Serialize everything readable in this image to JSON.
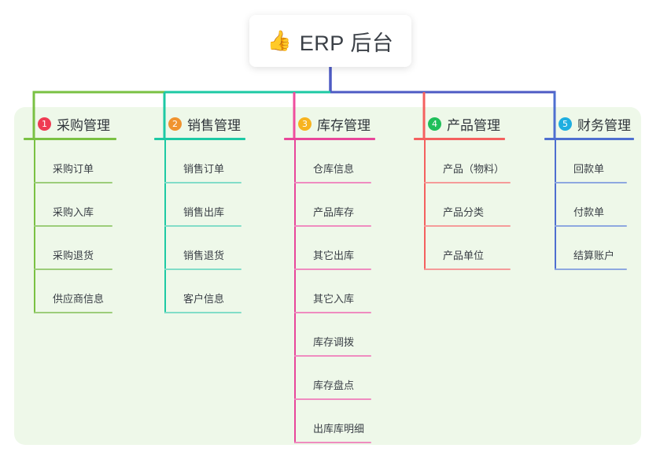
{
  "title": {
    "icon": "thumbs-up-emoji",
    "emoji": "👍",
    "text": "ERP 后台"
  },
  "panel": {
    "background": "#eef8e9"
  },
  "trunk": {
    "segments": [
      {
        "name": "trunk-stem",
        "color": "#4e5bc4"
      },
      {
        "name": "bus-green",
        "color": "#7ac143"
      },
      {
        "name": "bus-teal",
        "color": "#1dc9a4"
      },
      {
        "name": "bus-indigo",
        "color": "#4e5bc4"
      }
    ]
  },
  "columns": [
    {
      "id": "purchasing",
      "number": "1",
      "label": "采购管理",
      "badge_color": "#ef3b53",
      "line_color": "#7ac143",
      "leaf_color": "#9ccd7a",
      "drop_color": "#7ac143",
      "items": [
        {
          "label": "采购订单"
        },
        {
          "label": "采购入库"
        },
        {
          "label": "采购退货"
        },
        {
          "label": "供应商信息"
        }
      ]
    },
    {
      "id": "sales",
      "number": "2",
      "label": "销售管理",
      "badge_color": "#f0932f",
      "line_color": "#1dc9a4",
      "leaf_color": "#82ddc8",
      "drop_color": "#1dc9a4",
      "items": [
        {
          "label": "销售订单"
        },
        {
          "label": "销售出库"
        },
        {
          "label": "销售退货"
        },
        {
          "label": "客户信息"
        }
      ]
    },
    {
      "id": "inventory",
      "number": "3",
      "label": "库存管理",
      "badge_color": "#f7b320",
      "line_color": "#e8469a",
      "leaf_color": "#ef8cc0",
      "drop_color": "#ef4e9e",
      "items": [
        {
          "label": "仓库信息"
        },
        {
          "label": "产品库存"
        },
        {
          "label": "其它出库"
        },
        {
          "label": "其它入库"
        },
        {
          "label": "库存调拨"
        },
        {
          "label": "库存盘点"
        },
        {
          "label": "出库库明细"
        }
      ]
    },
    {
      "id": "product",
      "number": "4",
      "label": "产品管理",
      "badge_color": "#1fbf5a",
      "line_color": "#f4605f",
      "leaf_color": "#f59b99",
      "drop_color": "#f4605f",
      "items": [
        {
          "label": "产品（物料）"
        },
        {
          "label": "产品分类"
        },
        {
          "label": "产品单位"
        }
      ]
    },
    {
      "id": "finance",
      "number": "5",
      "label": "财务管理",
      "badge_color": "#1eaee0",
      "line_color": "#4e6fd0",
      "leaf_color": "#8ea8e0",
      "drop_color": "#4e6fd0",
      "items": [
        {
          "label": "回款单"
        },
        {
          "label": "付款单"
        },
        {
          "label": "结算账户"
        }
      ]
    }
  ]
}
